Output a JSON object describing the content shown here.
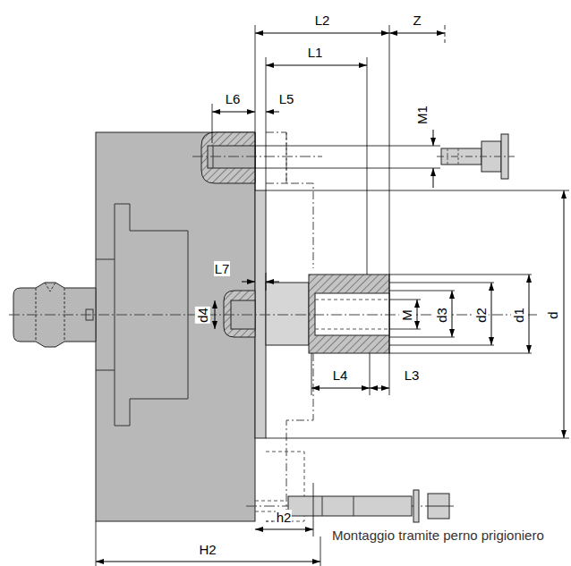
{
  "diagram": {
    "labels": [
      "L2",
      "Z",
      "L1",
      "L6",
      "L5",
      "M1",
      "L7",
      "d4",
      "M",
      "d3",
      "d2",
      "d1",
      "d",
      "L4",
      "L3",
      "h2",
      "H2",
      "Montaggio tramite perno prigioniero"
    ]
  }
}
